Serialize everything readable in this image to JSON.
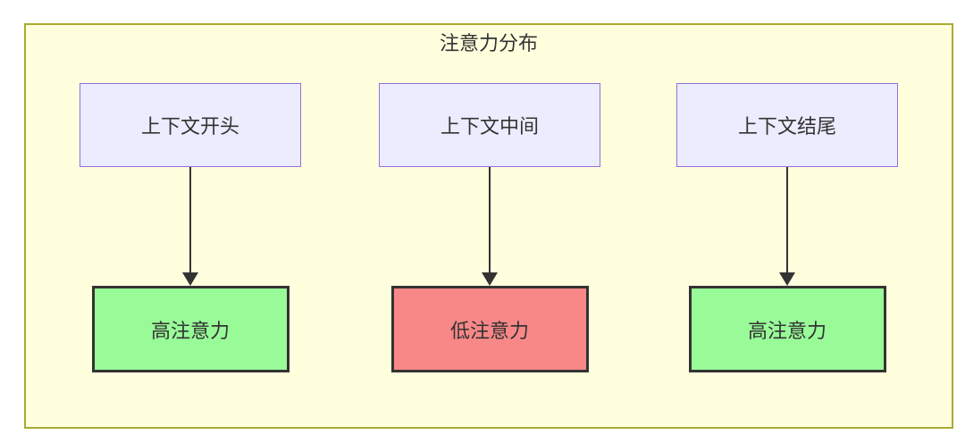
{
  "diagram": {
    "type": "flowchart",
    "title": "注意力分布",
    "columns": [
      {
        "source": "上下文开头",
        "target": "高注意力",
        "level": "high"
      },
      {
        "source": "上下文中间",
        "target": "低注意力",
        "level": "low"
      },
      {
        "source": "上下文结尾",
        "target": "高注意力",
        "level": "high"
      }
    ],
    "colors": {
      "page_background": "#ffffff",
      "group_background": "#ffffde",
      "group_border": "#aaaa33",
      "source_fill": "#ececff",
      "source_border": "#9370db",
      "high_fill": "#98fb98",
      "low_fill": "#f88888",
      "target_border": "#333333",
      "arrow": "#333333",
      "text": "#333333"
    }
  }
}
